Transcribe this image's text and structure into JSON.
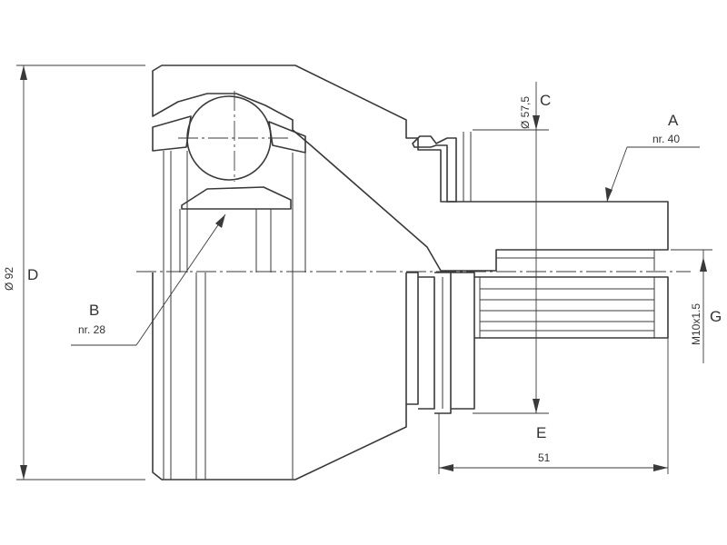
{
  "labels": {
    "a": {
      "letter": "A",
      "note": "nr. 40"
    },
    "b": {
      "letter": "B",
      "note": "nr. 28"
    },
    "c": {
      "letter": "C",
      "value": "Ø 57,5"
    },
    "d": {
      "letter": "D",
      "value": "Ø 92"
    },
    "e": {
      "letter": "E",
      "value": "51"
    },
    "g": {
      "letter": "G",
      "value": "M10x1.5"
    }
  },
  "colors": {
    "line": "#3a3a3a",
    "background": "#ffffff"
  }
}
